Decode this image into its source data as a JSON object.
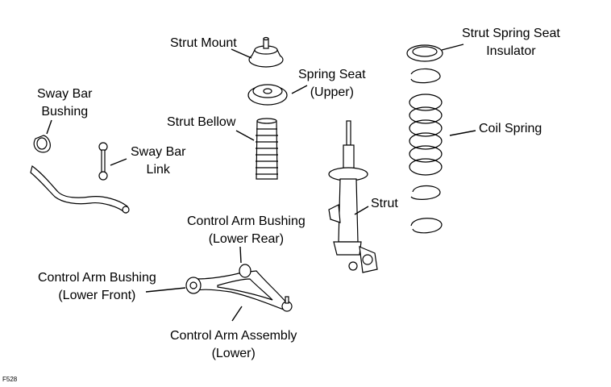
{
  "labels": {
    "strut_mount": "Strut Mount",
    "spring_seat_upper": [
      "Spring Seat",
      "(Upper)"
    ],
    "strut_spring_seat_insulator": [
      "Strut Spring Seat",
      "Insulator"
    ],
    "sway_bar_bushing": [
      "Sway Bar",
      "Bushing"
    ],
    "strut_bellow": "Strut Bellow",
    "coil_spring": "Coil Spring",
    "sway_bar_link": [
      "Sway Bar",
      "Link"
    ],
    "strut": "Strut",
    "control_arm_bushing_lower_rear": [
      "Control Arm Bushing",
      "(Lower Rear)"
    ],
    "control_arm_bushing_lower_front": [
      "Control Arm Bushing",
      "(Lower Front)"
    ],
    "control_arm_assembly_lower": [
      "Control Arm Assembly",
      "(Lower)"
    ]
  },
  "figure_code": "F528"
}
